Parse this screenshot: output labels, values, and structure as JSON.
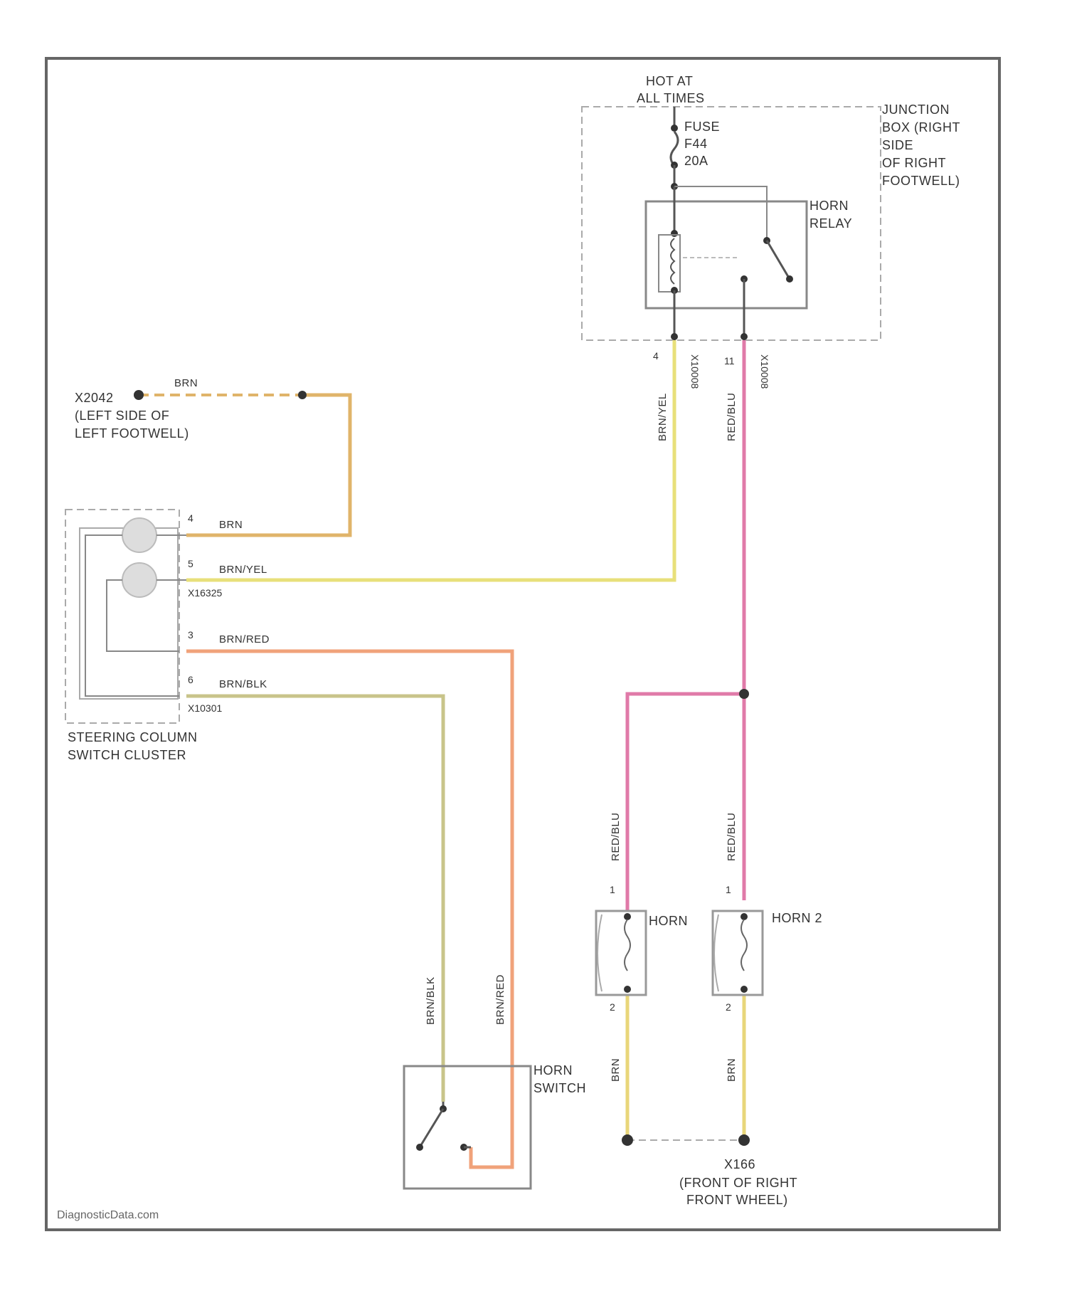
{
  "footer": {
    "watermark": "DiagnosticData.com"
  },
  "power": {
    "hot_label_1": "HOT AT",
    "hot_label_2": "ALL TIMES"
  },
  "fuse": {
    "line1": "FUSE",
    "line2": "F44",
    "line3": "20A"
  },
  "junction_box": {
    "line1": "JUNCTION",
    "line2": "BOX (RIGHT",
    "line3": "SIDE",
    "line4": "OF RIGHT",
    "line5": "FOOTWELL)"
  },
  "horn_relay": {
    "line1": "HORN",
    "line2": "RELAY",
    "pin_left": "4",
    "pin_right": "11",
    "conn_left": "X10008",
    "conn_right": "X10008"
  },
  "ground_left": {
    "id": "X2042",
    "line2": "(LEFT SIDE OF",
    "line3": "LEFT FOOTWELL)"
  },
  "ground_right": {
    "id": "X166",
    "line2": "(FRONT OF RIGHT",
    "line3": "FRONT WHEEL)"
  },
  "steering_cluster": {
    "line1": "STEERING COLUMN",
    "line2": "SWITCH CLUSTER",
    "conn_top": "X16325",
    "conn_bottom": "X10301",
    "pins": [
      "4",
      "5",
      "3",
      "6"
    ]
  },
  "horn_switch": {
    "line1": "HORN",
    "line2": "SWITCH"
  },
  "horn1": {
    "label": "HORN",
    "pin_top": "1",
    "pin_bottom": "2"
  },
  "horn2": {
    "label": "HORN 2",
    "pin_top": "1",
    "pin_bottom": "2"
  },
  "wires": {
    "brn": "BRN",
    "brn_yel": "BRN/YEL",
    "brn_red": "BRN/RED",
    "brn_blk": "BRN/BLK",
    "red_blu": "RED/BLU"
  },
  "colors": {
    "brn": "#e0b46a",
    "brn_yel": "#e8e07a",
    "brn_red": "#f0a27a",
    "brn_blk": "#c8c48a",
    "red_blu": "#e07aa8",
    "frame": "#666666",
    "dash": "#aaaaaa"
  }
}
